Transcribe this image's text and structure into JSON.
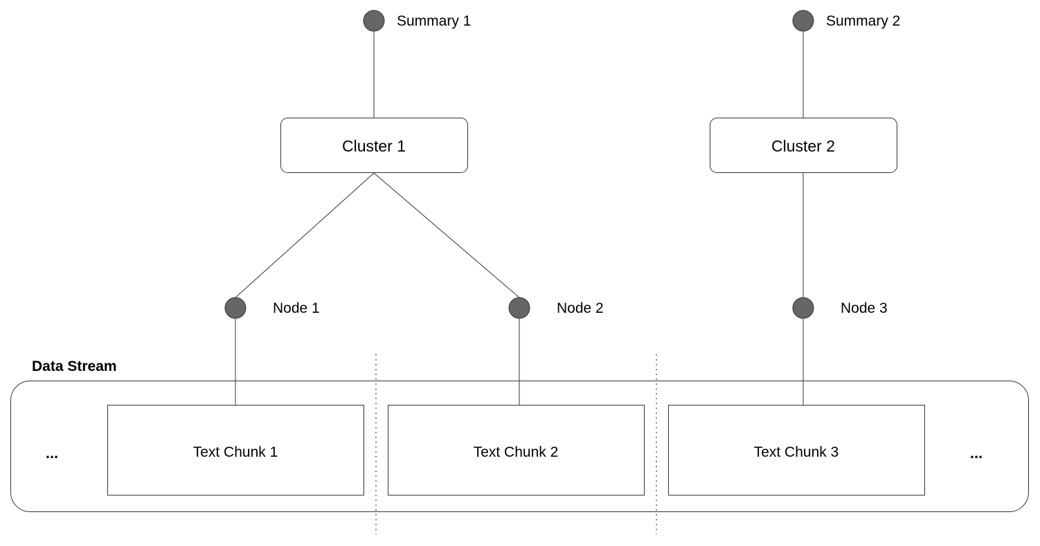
{
  "summaries": [
    {
      "label": "Summary 1"
    },
    {
      "label": "Summary 2"
    }
  ],
  "clusters": [
    {
      "label": "Cluster 1"
    },
    {
      "label": "Cluster 2"
    }
  ],
  "nodes": [
    {
      "label": "Node 1"
    },
    {
      "label": "Node 2"
    },
    {
      "label": "Node 3"
    }
  ],
  "data_stream": {
    "title": "Data Stream",
    "ellipsis_left": "...",
    "ellipsis_right": "...",
    "chunks": [
      {
        "label": "Text Chunk 1"
      },
      {
        "label": "Text Chunk 2"
      },
      {
        "label": "Text Chunk 3"
      }
    ]
  },
  "colors": {
    "node_fill": "#666666",
    "stroke": "#333333",
    "separator": "#888888"
  }
}
